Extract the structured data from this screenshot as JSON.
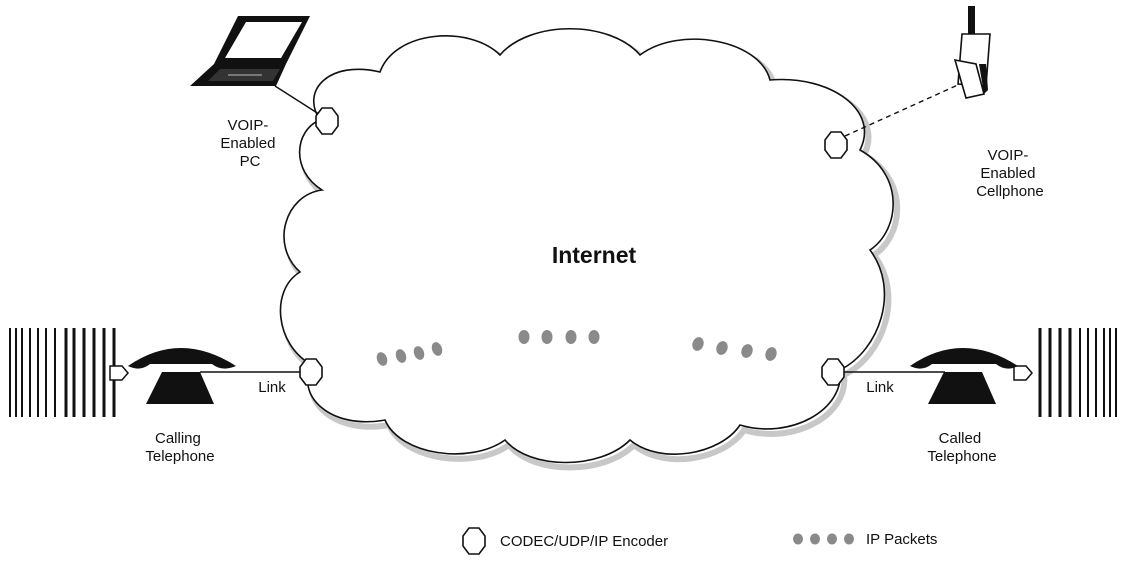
{
  "diagram": {
    "cloud_label": "Internet",
    "pc_label": [
      "VOIP-",
      "Enabled",
      "PC"
    ],
    "cellphone_label": [
      "VOIP-",
      "Enabled",
      "Cellphone"
    ],
    "calling_label": [
      "Calling",
      "Telephone"
    ],
    "called_label": [
      "Called",
      "Telephone"
    ],
    "link_left": "Link",
    "link_right": "Link",
    "legend": {
      "encoder": "CODEC/UDP/IP Encoder",
      "packets": "IP Packets"
    },
    "colors": {
      "line": "#111111",
      "packet": "#8a8a8a",
      "cloud_shadow": "#c8c8c8"
    },
    "icons": [
      "laptop-icon",
      "cellphone-icon",
      "telephone-icon",
      "sound-wave-icon",
      "octagon-encoder-icon",
      "packet-dot-icon"
    ]
  }
}
